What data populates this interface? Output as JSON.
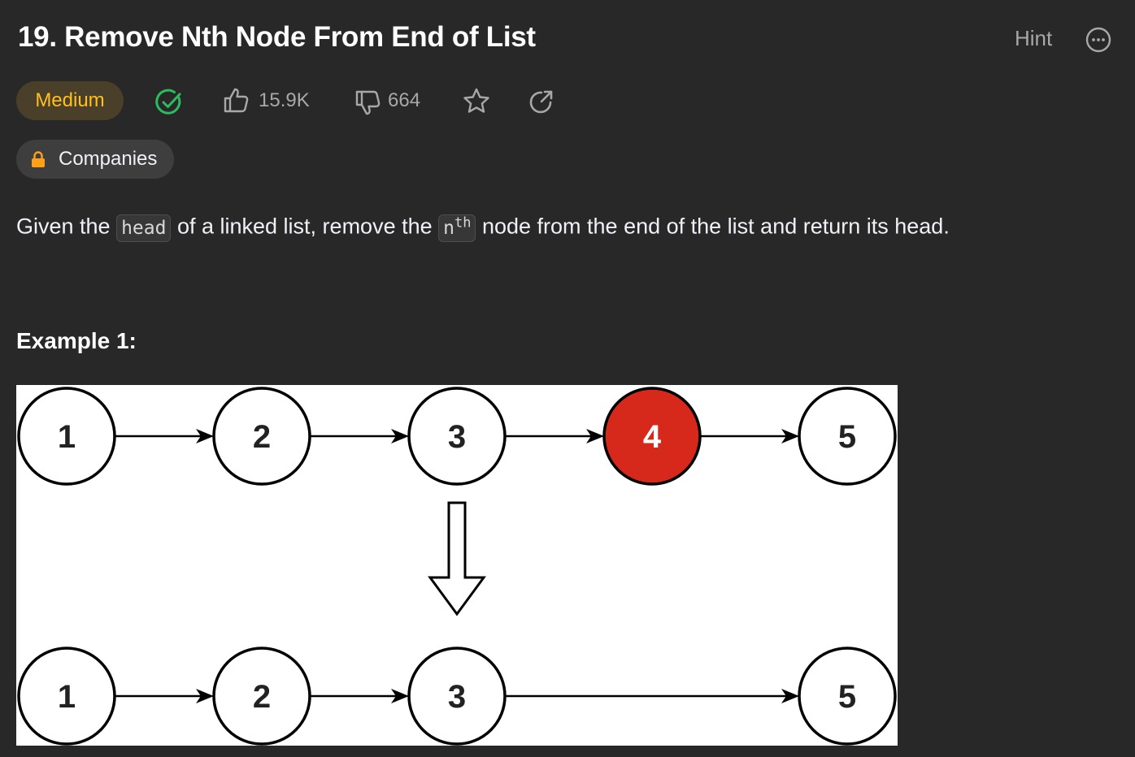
{
  "header": {
    "title": "19. Remove Nth Node From End of List",
    "hint_label": "Hint",
    "more_icon": "more-circle-icon"
  },
  "meta": {
    "difficulty": "Medium",
    "difficulty_color": "#ffc01e",
    "solved_color": "#2cbb5d",
    "likes": "15.9K",
    "dislikes": "664",
    "companies_label": "Companies",
    "lock_color": "#ffa116"
  },
  "description": {
    "part1": "Given the ",
    "code1": "head",
    "part2": " of a linked list, remove the ",
    "code2_base": "n",
    "code2_sup": "th",
    "part3": " node from the end of the list and return its head."
  },
  "example": {
    "title": "Example 1:",
    "input_list": [
      "1",
      "2",
      "3",
      "4",
      "5"
    ],
    "removed_node": "4",
    "removed_color": "#d6291c",
    "output_list": [
      "1",
      "2",
      "3",
      "5"
    ]
  }
}
